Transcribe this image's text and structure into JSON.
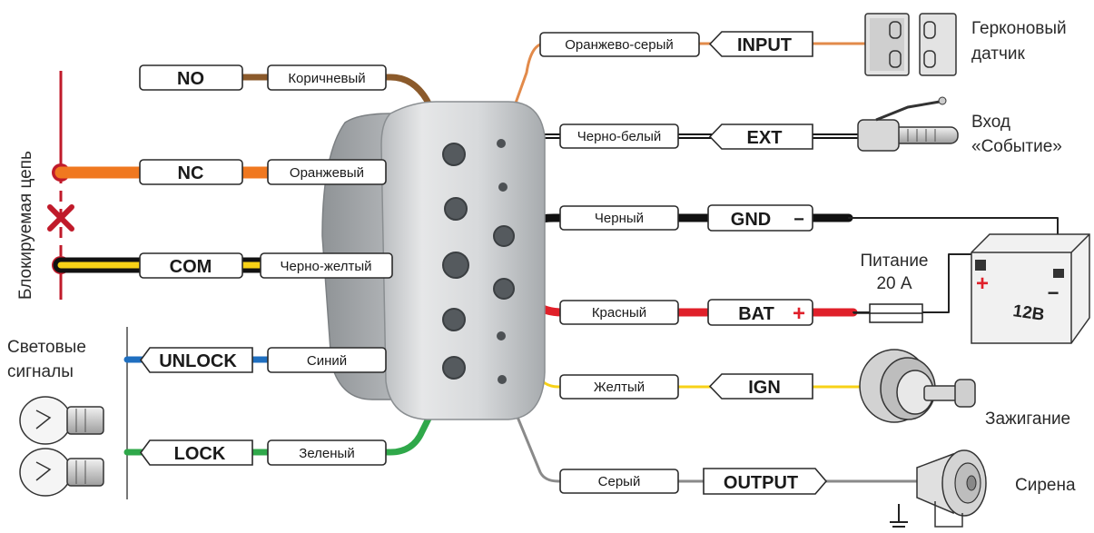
{
  "left_contacts": {
    "no": {
      "tag": "NO",
      "wire": "Коричневый"
    },
    "nc": {
      "tag": "NC",
      "wire": "Оранжевый"
    },
    "com": {
      "tag": "COM",
      "wire": "Черно-желтый"
    },
    "unlock": {
      "tag": "UNLOCK",
      "wire": "Синий"
    },
    "lock": {
      "tag": "LOCK",
      "wire": "Зеленый"
    }
  },
  "right_contacts": {
    "input": {
      "tag": "INPUT",
      "wire": "Оранжево-серый"
    },
    "ext": {
      "tag": "EXT",
      "wire": "Черно-белый"
    },
    "gnd": {
      "tag": "GND",
      "sign": "−",
      "wire": "Черный"
    },
    "bat": {
      "tag": "BAT",
      "sign": "+",
      "wire": "Красный"
    },
    "ign": {
      "tag": "IGN",
      "wire": "Желтый"
    },
    "output": {
      "tag": "OUTPUT",
      "wire": "Серый"
    }
  },
  "side_labels": {
    "blocked_circuit": "Блокируемая цепь",
    "light_signals_1": "Световые",
    "light_signals_2": "сигналы",
    "reed_sensor_1": "Герконовый",
    "reed_sensor_2": "датчик",
    "event_input_1": "Вход",
    "event_input_2": "«Событие»",
    "power_1": "Питание",
    "power_2": "20 А",
    "battery_voltage": "12В",
    "battery_plus": "+",
    "battery_minus": "−",
    "ignition": "Зажигание",
    "siren": "Сирена"
  },
  "wire_colors": {
    "brown": "#8b5a2b",
    "orange": "#f07820",
    "black": "#111111",
    "yellow": "#f7d117",
    "blue": "#1f6fc0",
    "green": "#2fa84a",
    "red": "#e0202a",
    "gray": "#8a8a8a",
    "orange_gray": "#e28a4a",
    "dark_red": "#c01a2a"
  },
  "icons": [
    "reed-switch-icon",
    "throttle-handle-icon",
    "battery-icon",
    "fuse-icon",
    "ignition-lock-icon",
    "siren-icon",
    "lamp-bulb-icon",
    "cross-mark-icon"
  ]
}
